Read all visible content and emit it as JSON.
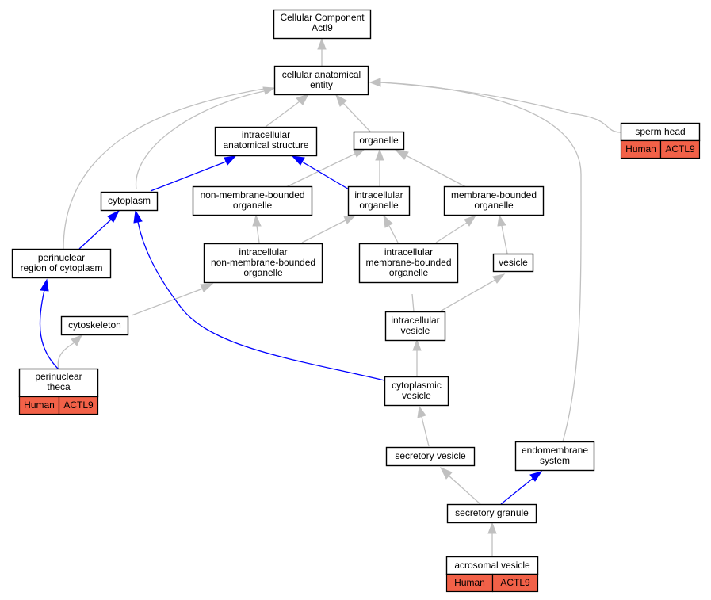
{
  "colors": {
    "edge_is_a": "#c0c0c0",
    "edge_part_of": "#0000ff",
    "annotation_badge": "#f26148"
  },
  "nodes": {
    "root": [
      "Cellular Component",
      "Actl9"
    ],
    "cellular_anatomical_entity": [
      "cellular anatomical",
      "entity"
    ],
    "intracellular_anatomical_structure": [
      "intracellular",
      "anatomical structure"
    ],
    "organelle": [
      "organelle"
    ],
    "sperm_head": [
      "sperm head"
    ],
    "cytoplasm": [
      "cytoplasm"
    ],
    "non_membrane_bounded_organelle": [
      "non-membrane-bounded",
      "organelle"
    ],
    "intracellular_organelle": [
      "intracellular",
      "organelle"
    ],
    "membrane_bounded_organelle": [
      "membrane-bounded",
      "organelle"
    ],
    "perinuclear_region": [
      "perinuclear",
      "region of cytoplasm"
    ],
    "intracellular_non_membrane_bounded_organelle": [
      "intracellular",
      "non-membrane-bounded",
      "organelle"
    ],
    "intracellular_membrane_bounded_organelle": [
      "intracellular",
      "membrane-bounded",
      "organelle"
    ],
    "vesicle": [
      "vesicle"
    ],
    "cytoskeleton": [
      "cytoskeleton"
    ],
    "intracellular_vesicle": [
      "intracellular",
      "vesicle"
    ],
    "perinuclear_theca": [
      "perinuclear",
      "theca"
    ],
    "cytoplasmic_vesicle": [
      "cytoplasmic",
      "vesicle"
    ],
    "secretory_vesicle": [
      "secretory vesicle"
    ],
    "endomembrane_system": [
      "endomembrane",
      "system"
    ],
    "secretory_granule": [
      "secretory granule"
    ],
    "acrosomal_vesicle": [
      "acrosomal vesicle"
    ]
  },
  "annotations": {
    "sperm_head": [
      "Human",
      "ACTL9"
    ],
    "perinuclear_theca": [
      "Human",
      "ACTL9"
    ],
    "acrosomal_vesicle": [
      "Human",
      "ACTL9"
    ]
  }
}
